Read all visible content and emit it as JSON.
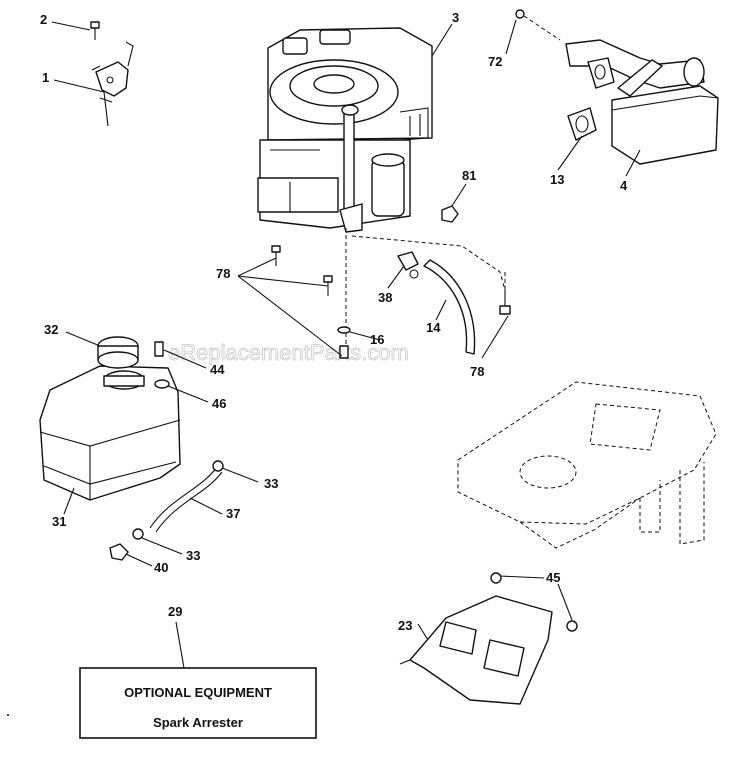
{
  "watermark": "eReplacementParts.com",
  "callouts": {
    "c1": "1",
    "c2": "2",
    "c3": "3",
    "c4": "4",
    "c13": "13",
    "c14": "14",
    "c16": "16",
    "c23": "23",
    "c29": "29",
    "c31": "31",
    "c32": "32",
    "c33a": "33",
    "c33b": "33",
    "c37": "37",
    "c38": "38",
    "c40": "40",
    "c44": "44",
    "c45": "45",
    "c46": "46",
    "c72": "72",
    "c78a": "78",
    "c78b": "78",
    "c81": "81"
  },
  "optional_box": {
    "title": "OPTIONAL EQUIPMENT",
    "subtitle": "Spark Arrester"
  }
}
